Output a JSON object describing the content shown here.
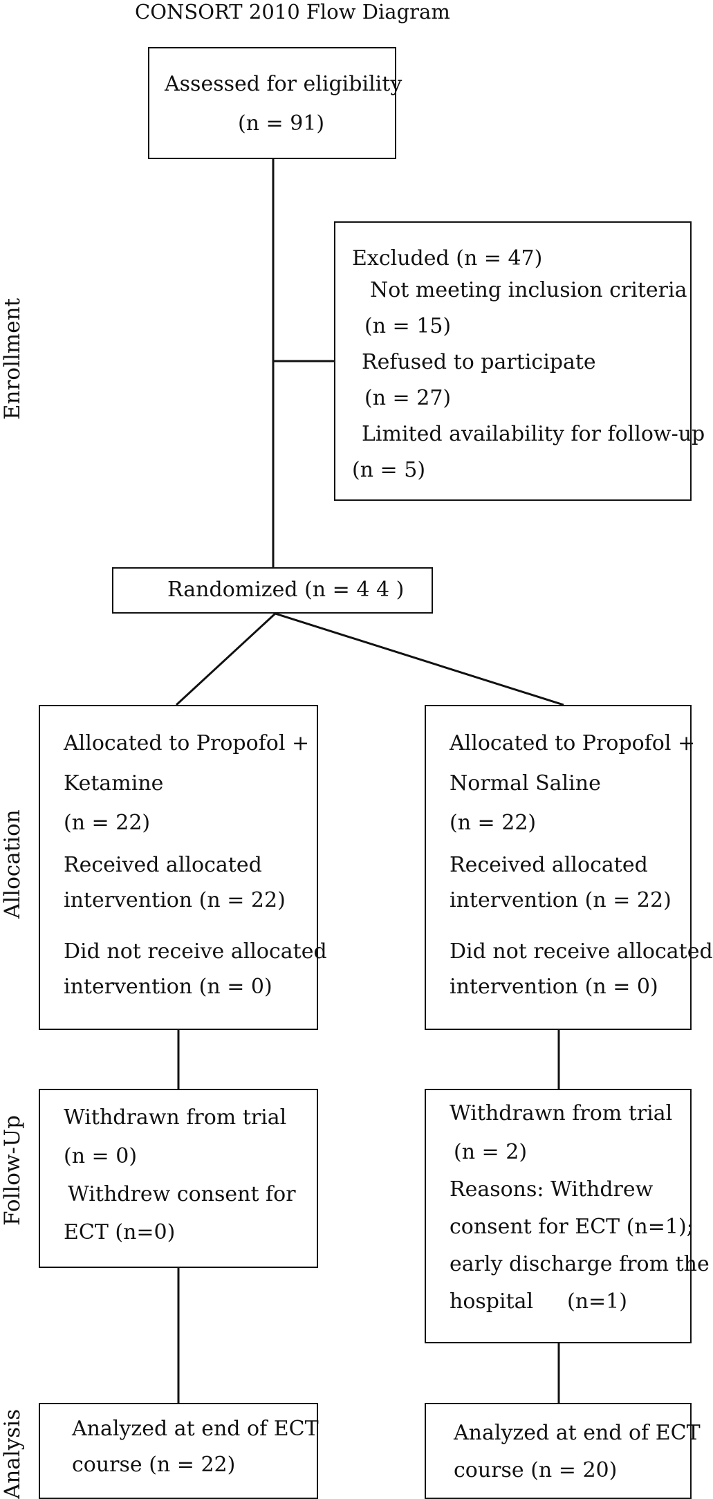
{
  "diagram": {
    "title": "CONSORT 2010 Flow Diagram",
    "stages": {
      "enrollment": "Enrollment",
      "allocation": "Allocation",
      "follow_up": "Follow-Up",
      "analysis": "Analysis"
    },
    "assessed": {
      "line1": "Assessed for eligibility",
      "line2": "(n = 91)"
    },
    "excluded": {
      "line1": "Excluded (n = 47)",
      "line2": "Not meeting inclusion criteria",
      "line3": "(n = 15)",
      "line4": "Refused to participate",
      "line5": "(n = 27)",
      "line6": "Limited availability for follow-up",
      "line7": "(n = 5)"
    },
    "randomized": {
      "label": "Randomized (n  = 4 4 )"
    },
    "allocation_left": {
      "line1": "Allocated to Propofol +",
      "line2": "Ketamine",
      "line3": "(n = 22)",
      "line4": "Received allocated",
      "line5": "intervention (n = 22)",
      "line6": "Did not receive allocated",
      "line7": "intervention (n = 0)"
    },
    "allocation_right": {
      "line1": "Allocated to Propofol +",
      "line2": "Normal Saline",
      "line3": "(n = 22)",
      "line4": "Received allocated",
      "line5": "intervention (n = 22)",
      "line6": "Did not receive allocated",
      "line7": "intervention (n = 0)"
    },
    "followup_left": {
      "line1": "Withdrawn from trial",
      "line2": "(n = 0)",
      "line3": "Withdrew consent for",
      "line4": "ECT (n=0)"
    },
    "followup_right": {
      "line1": "Withdrawn from trial",
      "line2": "(n = 2)",
      "line3": "Reasons: Withdrew",
      "line4": "consent for ECT (n=1);",
      "line5": "early discharge from the",
      "line6": "hospital",
      "line7": "(n=1)"
    },
    "analysis_left": {
      "line1": "Analyzed at end of ECT",
      "line2": "course (n = 22)"
    },
    "analysis_right": {
      "line1": "Analyzed at end of ECT",
      "line2": "course (n = 20)"
    }
  }
}
